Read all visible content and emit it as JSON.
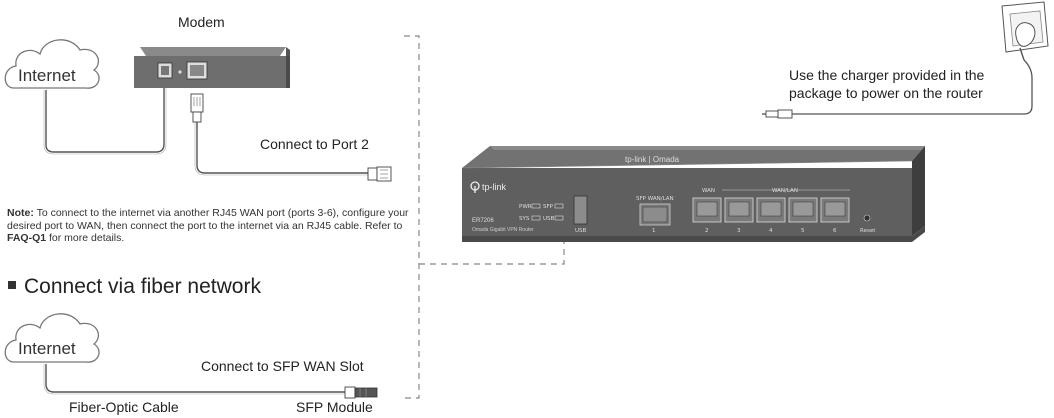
{
  "labels": {
    "modem": "Modem",
    "internet_top": "Internet",
    "connect_port2": "Connect to Port 2",
    "charger_line1": "Use the charger provided in the",
    "charger_line2": "package to power on the router",
    "section_fiber": "Connect via fiber network",
    "internet_bottom": "Internet",
    "connect_sfp": "Connect to SFP WAN Slot",
    "fiber_cable": "Fiber-Optic Cable",
    "sfp_module": "SFP Module"
  },
  "note": {
    "prefix": "Note:",
    "text_before": " To connect to the internet via another RJ45 WAN port (ports 3-6), configure your desired port to WAN, then connect the port to the internet via an RJ45 cable. Refer to ",
    "link": "FAQ-Q1",
    "text_after": " for more details."
  },
  "router": {
    "top_brand": "tp-link | Omada",
    "brand": "tp-link",
    "model": "ER7206",
    "subtitle": "Omada Gigabit VPN Router",
    "led_pwr": "PWR",
    "led_sfp": "SFP",
    "led_sys": "SYS",
    "led_usb": "USB",
    "usb_label": "USB",
    "sfp_label": "SFP WAN/LAN",
    "wan_label": "WAN",
    "wanlan_label": "WAN/LAN",
    "reset_label": "Reset",
    "port_numbers": [
      "1",
      "2",
      "3",
      "4",
      "5",
      "6"
    ]
  },
  "colors": {
    "line": "#555555",
    "router_body": "#5f5f5f",
    "router_top": "#6a6a6a",
    "port_fill": "#7a7a7a",
    "dashed": "#888888"
  }
}
